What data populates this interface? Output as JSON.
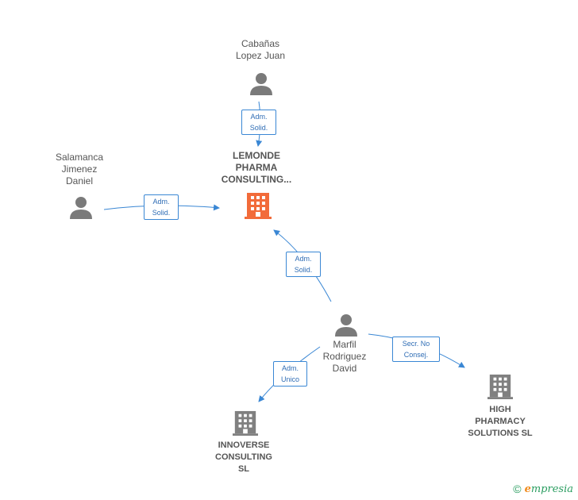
{
  "nodes": {
    "cabanas": {
      "label": "Cabañas\nLopez Juan",
      "type": "person"
    },
    "salamanca": {
      "label": "Salamanca\nJimenez\nDaniel",
      "type": "person"
    },
    "marfil": {
      "label": "Marfil\nRodriguez\nDavid",
      "type": "person"
    },
    "lemonde": {
      "label": "LEMONDE\nPHARMA\nCONSULTING...",
      "type": "company",
      "color": "#f26b3a"
    },
    "high": {
      "label": "HIGH\nPHARMACY\nSOLUTIONS  SL",
      "type": "company",
      "color": "#808080"
    },
    "innoverse": {
      "label": "INNOVERSE\nCONSULTING\nSL",
      "type": "company",
      "color": "#808080"
    }
  },
  "edges": {
    "cabanas_lemonde": {
      "label": "Adm.\nSolid."
    },
    "salamanca_lemonde": {
      "label": "Adm.\nSolid."
    },
    "marfil_lemonde": {
      "label": "Adm.\nSolid."
    },
    "marfil_high": {
      "label": "Secr.  No\nConsej."
    },
    "marfil_innoverse": {
      "label": "Adm.\nUnico"
    }
  },
  "colors": {
    "edge": "#3a87d4",
    "person_icon": "#7a7a7a"
  },
  "footer": {
    "copyright": "©",
    "brand_initial": "e",
    "brand_rest": "mpresia"
  }
}
